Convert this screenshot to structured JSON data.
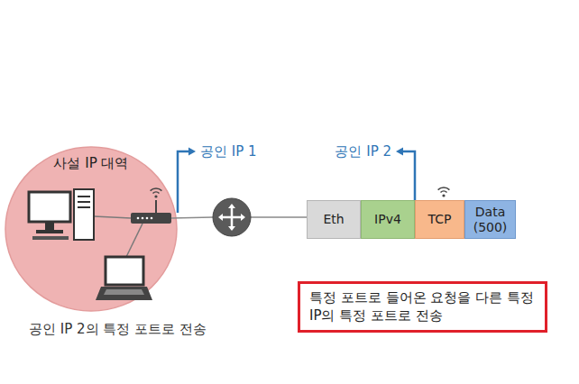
{
  "diagram": {
    "nodes": [
      {
        "text": [
          "사설 IP 대역"
        ]
      },
      {
        "text": [
          "Eth"
        ]
      },
      {
        "text": [
          "IPv4"
        ]
      },
      {
        "text": [
          "TCP"
        ]
      },
      {
        "text": [
          "Data (500)"
        ]
      },
      {
        "text": [
          "특정 포트로 들어온 요청을 다른 특정 IP의 특정 포트로 전송"
        ]
      }
    ],
    "labels": [
      "공인 IP 1",
      "공인 IP 2",
      "공인 IP 2의 특정 포트로 전송"
    ]
  }
}
